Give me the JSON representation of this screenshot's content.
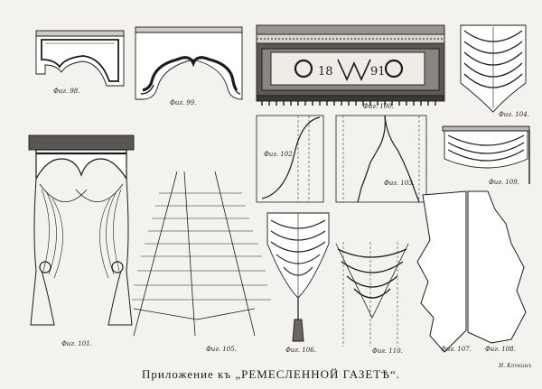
{
  "figures": {
    "f98": "Фиг. 98.",
    "f99": "Фиг. 99.",
    "f100": "Фиг. 100.",
    "f104": "Фиг. 104.",
    "f102": "Фиг. 102.",
    "f103": "Фиг. 103.",
    "f109": "Фиг. 109.",
    "f101": "Фиг. 101.",
    "f105": "Фиг. 105.",
    "f106": "Фиг. 106.",
    "f110": "Фиг. 110.",
    "f107": "Фиг. 107.",
    "f108": "Фиг. 108."
  },
  "monogram": {
    "left": "18",
    "right": "91"
  },
  "caption": "Приложение къ „РЕМЕСЛЕННОЙ ГАЗЕТѢ“.",
  "signature": "И. Кочкинъ"
}
